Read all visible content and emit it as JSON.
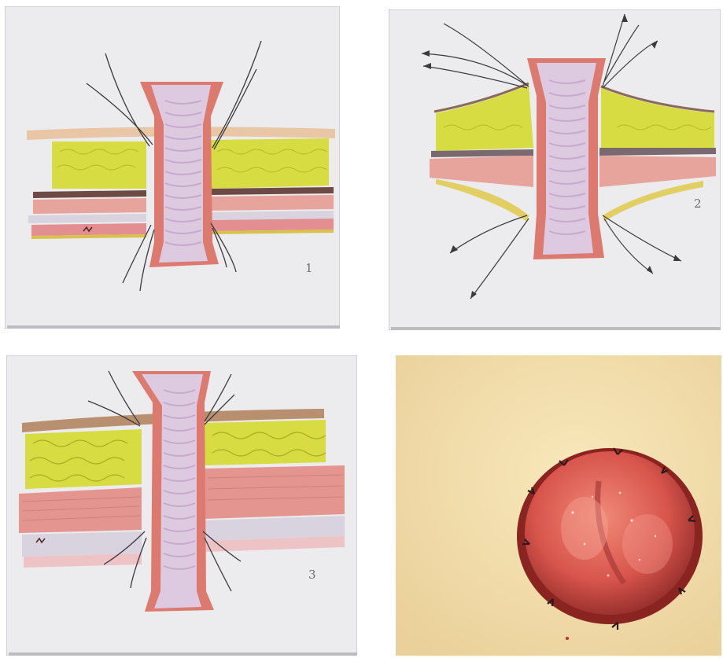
{
  "figure": {
    "panels": [
      {
        "id": "drawing-1",
        "kind": "hand-drawn illustration",
        "number_label": "1"
      },
      {
        "id": "drawing-2",
        "kind": "hand-drawn illustration",
        "number_label": "2"
      },
      {
        "id": "drawing-3",
        "kind": "hand-drawn illustration",
        "number_label": "3"
      },
      {
        "id": "photo-4",
        "kind": "clinical photograph",
        "number_label": ""
      }
    ],
    "colors": {
      "paper": "#ecebed",
      "skin": "#c9a98a",
      "fat": "#d6dc42",
      "fat_cells": "#a8ae20",
      "muscle": "#e2a099",
      "muscle_dark": "#d27d78",
      "fascia": "#7a4f44",
      "bowel_wall": "#dd7a70",
      "mucosa": "#ddc9e0",
      "suture": "#3a3a40",
      "photo_bg": "#f3dfa9",
      "stoma": "#d8554c"
    }
  }
}
